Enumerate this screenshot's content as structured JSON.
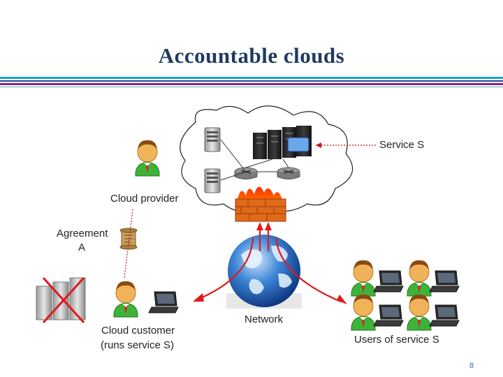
{
  "slide": {
    "title": "Accountable clouds",
    "page_number": "8"
  },
  "labels": {
    "service": "Service S",
    "cloud_provider": "Cloud provider",
    "agreement_line1": "Agreement",
    "agreement_line2": "A",
    "network": "Network",
    "cloud_customer_line1": "Cloud customer",
    "cloud_customer_line2": "(runs service S)",
    "users": "Users of service S"
  },
  "colors": {
    "title": "#1f3a5f",
    "arrow": "#e0181c",
    "dotted": "#c0141c",
    "page_number": "#3a5fb0"
  },
  "icons": [
    "person-icon",
    "server-rack-icon",
    "router-icon",
    "firewall-icon",
    "globe-icon",
    "laptop-icon",
    "scroll-icon",
    "crossed-out-server-icon"
  ]
}
